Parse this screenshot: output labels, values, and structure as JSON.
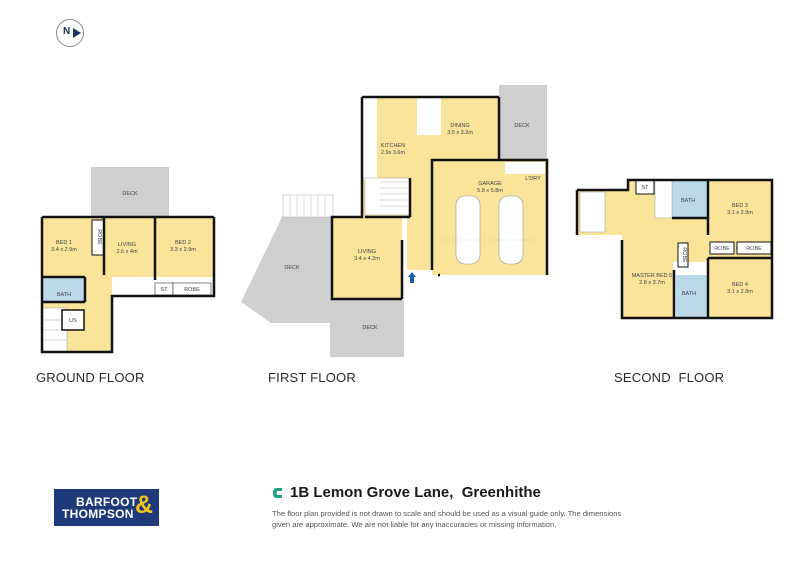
{
  "compass": {
    "letter": "N",
    "icon": "north-arrow-icon"
  },
  "floors": [
    {
      "label": "GROUND FLOOR",
      "rooms": [
        {
          "name": "DECK"
        },
        {
          "name": "BED 1",
          "size": "3.4 x 2.9m"
        },
        {
          "name": "ROBE"
        },
        {
          "name": "LIVING",
          "size": "2.6 x 4m"
        },
        {
          "name": "BED 2",
          "size": "3.3 x 2.9m"
        },
        {
          "name": "ST"
        },
        {
          "name": "ROBE"
        },
        {
          "name": "BATH"
        },
        {
          "name": "US"
        }
      ]
    },
    {
      "label": "FIRST FLOOR",
      "rooms": [
        {
          "name": "DINING",
          "size": "3.5 x 3.2m"
        },
        {
          "name": "DECK"
        },
        {
          "name": "KITCHEN",
          "size": "2.9x 3.6m"
        },
        {
          "name": "L'DRY"
        },
        {
          "name": "GARAGE",
          "size": "5.8 x 5.8m"
        },
        {
          "name": "DECK"
        },
        {
          "name": "LIVING",
          "size": "3.4 x 4.2m"
        },
        {
          "name": "DECK"
        }
      ]
    },
    {
      "label": "SECOND  FLOOR",
      "rooms": [
        {
          "name": "ST"
        },
        {
          "name": "BATH"
        },
        {
          "name": "BED 3",
          "size": "3.1 x 2.9m"
        },
        {
          "name": "ROBE"
        },
        {
          "name": "ROBE"
        },
        {
          "name": "ROBE"
        },
        {
          "name": "MASTER BED 5",
          "size": "2.8 x 3.7m"
        },
        {
          "name": "BATH"
        },
        {
          "name": "BED 4",
          "size": "3.1 x 2.8m"
        }
      ]
    }
  ],
  "footer": {
    "brand_line1": "BARFOOT",
    "brand_line2": "THOMPSON",
    "brand_amp": "&",
    "address": "1B Lemon Grove Lane,  Greenhithe",
    "disclaimer": "The floor plan provided is not drawn to scale and should be used as a visual guide only. The dimensions given are approximate. We are not liable for any inaccuracies or missing information."
  },
  "colors": {
    "room": "#f9e49a",
    "deck": "#cfcfcf",
    "bath": "#bcd9ea",
    "wall": "#111111",
    "brand": "#1f3a7a",
    "brand_accent": "#f2c319",
    "address_icon": "#1aa189"
  }
}
